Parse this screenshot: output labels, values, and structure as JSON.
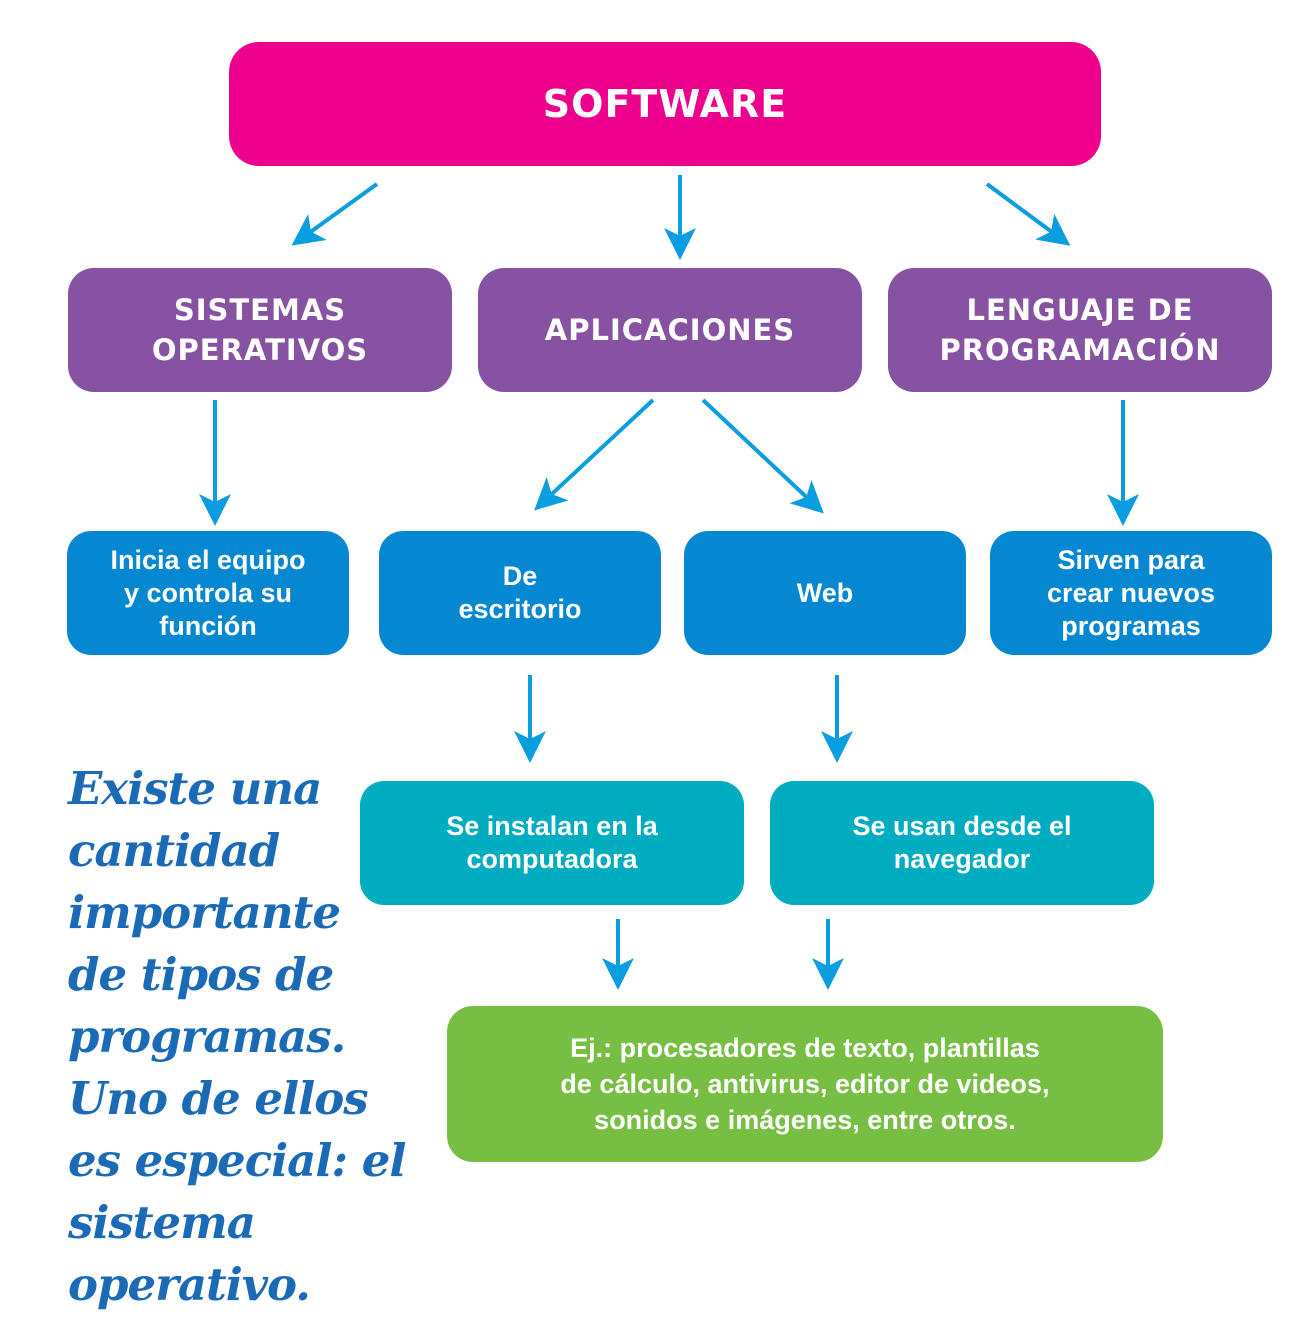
{
  "diagram": {
    "root": {
      "label": "SOFTWARE",
      "color": "#ec008c"
    },
    "categories": [
      {
        "label": "SISTEMAS\nOPERATIVOS",
        "color": "#8752a1"
      },
      {
        "label": "APLICACIONES",
        "color": "#8752a1"
      },
      {
        "label": "LENGUAJE DE\nPROGRAMACIÓN",
        "color": "#8752a1"
      }
    ],
    "descriptions": [
      {
        "label": "Inicia el equipo\ny controla su\nfunción",
        "color": "#0588d1"
      },
      {
        "label": "De\nescritorio",
        "color": "#0588d1"
      },
      {
        "label": "Web",
        "color": "#0588d1"
      },
      {
        "label": "Sirven para\ncrear nuevos\nprogramas",
        "color": "#0588d1"
      }
    ],
    "details": [
      {
        "label": "Se instalan en la\ncomputadora",
        "color": "#00acc0"
      },
      {
        "label": "Se usan desde el\nnavegador",
        "color": "#00acc0"
      }
    ],
    "examples": {
      "label": "Ej.: procesadores de texto, plantillas\nde cálculo, antivirus, editor de videos,\nsonidos e imágenes, entre otros.",
      "color": "#77bf43"
    },
    "arrow_color": "#0a9de0"
  },
  "note": {
    "text": "Existe una\ncantidad\nimportante\nde tipos de\nprogramas.\nUno de ellos\nes especial: el\nsistema operativo.",
    "color": "#1a6ab5"
  }
}
